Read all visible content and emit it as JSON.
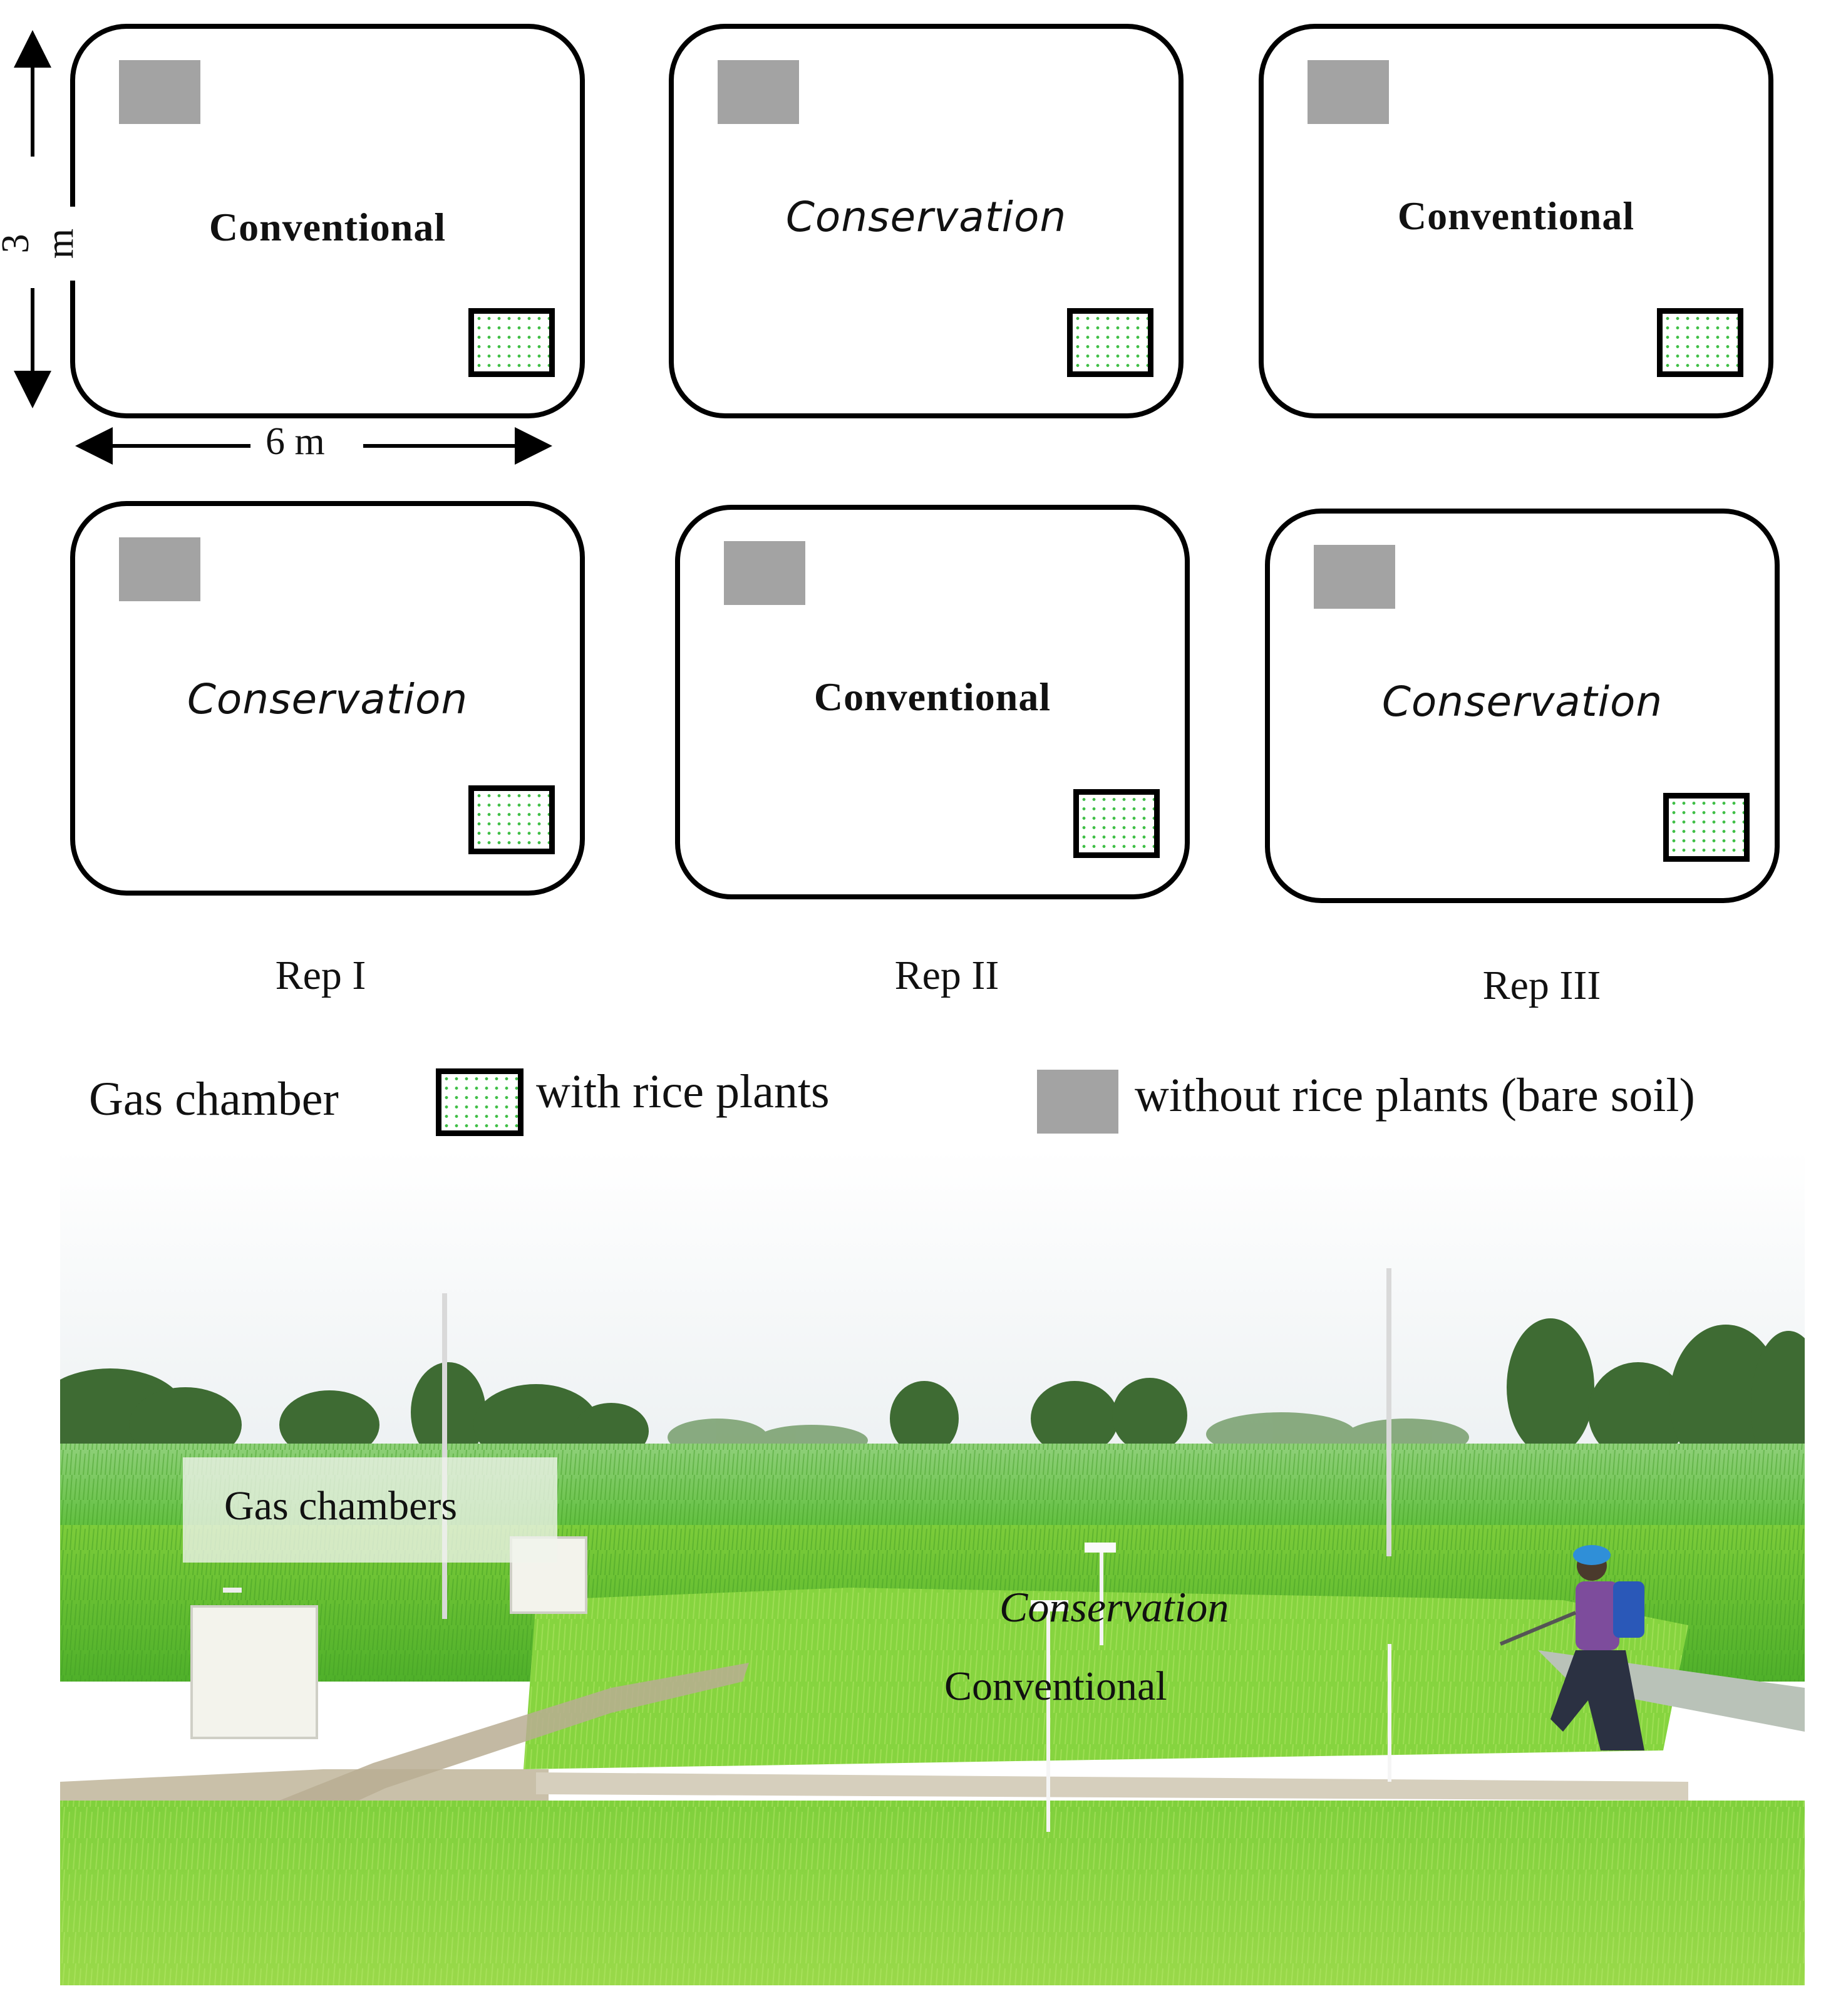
{
  "diagram": {
    "plots": [
      {
        "label": "Conventional",
        "style": "conventional"
      },
      {
        "label": "Conservation",
        "style": "conservation"
      },
      {
        "label": "Conventional",
        "style": "conventional"
      },
      {
        "label": "Conservation",
        "style": "conservation"
      },
      {
        "label": "Conventional",
        "style": "conventional"
      },
      {
        "label": "Conservation",
        "style": "conservation"
      }
    ],
    "dimensions": {
      "height": "3 m",
      "width": "6 m"
    },
    "reps": [
      "Rep I",
      "Rep II",
      "Rep III"
    ],
    "legend": {
      "title": "Gas chamber",
      "with_rice": "with rice plants",
      "bare_soil": "without rice plants (bare soil)"
    },
    "colors": {
      "bare_soil": "#a3a3a3",
      "rice_dots": "#3fbf46"
    }
  },
  "photo": {
    "gas_chambers_label": "Gas chambers",
    "conservation_label": "Conservation",
    "conventional_label": "Conventional"
  }
}
